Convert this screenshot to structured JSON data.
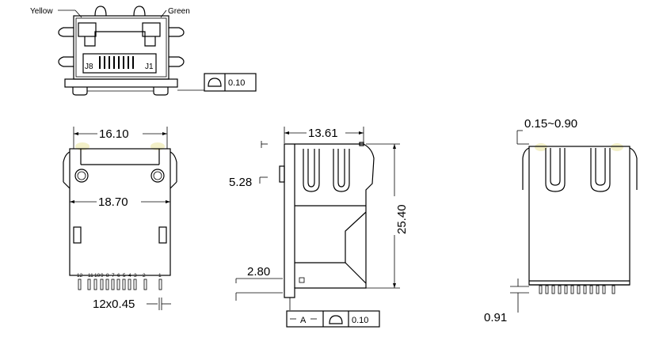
{
  "labels": {
    "yellow": "Yellow",
    "green": "Green",
    "j8": "J8",
    "j1": "J1",
    "datum_a": "A"
  },
  "dimensions": {
    "width_top": "16.10",
    "width_mid": "18.70",
    "pins": "12x0.45",
    "depth": "13.61",
    "height": "25.40",
    "offset_5": "5.28",
    "offset_2": "2.80",
    "range": "0.15~0.90",
    "standoff": "0.91"
  },
  "tolerances": {
    "flatness_top": "0.10",
    "flatness_side": "0.10"
  },
  "pin_numbers": [
    "12",
    "11",
    "10",
    "9",
    "8",
    "7",
    "6",
    "5",
    "4",
    "3",
    "2",
    "1"
  ],
  "icons": {
    "flatness": "flatness-symbol-icon"
  }
}
